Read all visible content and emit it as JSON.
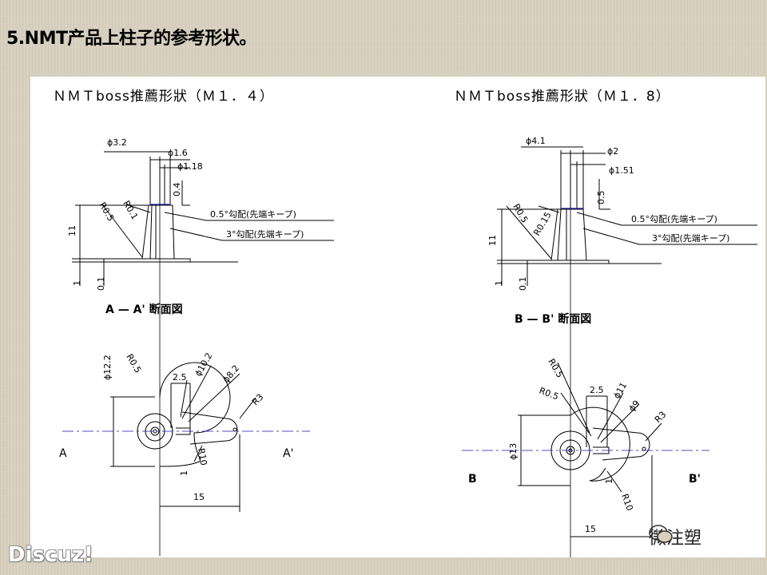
{
  "slide_title": "5.NMT产品上柱子的参考形状。",
  "left": {
    "heading": "ＮＭＴboss推薦形狀（Ｍ１．４）",
    "dims_top": [
      "ϕ3.2",
      "ϕ1.6",
      "ϕ1.18",
      "0.4"
    ],
    "dims_side": [
      "11",
      "1",
      "0.1",
      "R0.5",
      "R0.1"
    ],
    "notes": [
      "0.5°勾配(先端キープ)",
      "3°勾配(先端キープ)"
    ],
    "section_label": "A — A' 断面図",
    "plan_dims": [
      "ϕ12.2",
      "R0.5",
      "2.5",
      "ϕ10.2",
      "ϕ8.2",
      "R3",
      "R10",
      "1",
      "15"
    ],
    "cut_a": "A",
    "cut_a2": "A'"
  },
  "right": {
    "heading": "ＮＭＴboss推薦形狀（Ｍ１．8）",
    "dims_top": [
      "ϕ4.1",
      "ϕ2",
      "ϕ1.51",
      "0.5"
    ],
    "dims_side": [
      "11",
      "1",
      "0.1",
      "R0.5",
      "R0.15"
    ],
    "notes": [
      "0.5°勾配(先端キープ)",
      "3°勾配(先端キープ)"
    ],
    "section_label": "B — B' 断面図",
    "plan_dims": [
      "R0.5",
      "R0.5",
      "2.5",
      "ϕ11",
      "ϕ9",
      "ϕ13",
      "R3",
      "1",
      "R10",
      "15"
    ],
    "cut_b": "B",
    "cut_b2": "B'"
  },
  "watermark": "Discuz!",
  "wechat_label": "微注塑",
  "colors": {
    "line": "#000000",
    "center": "#1a1aa0",
    "bg": "#d8d0bf"
  }
}
